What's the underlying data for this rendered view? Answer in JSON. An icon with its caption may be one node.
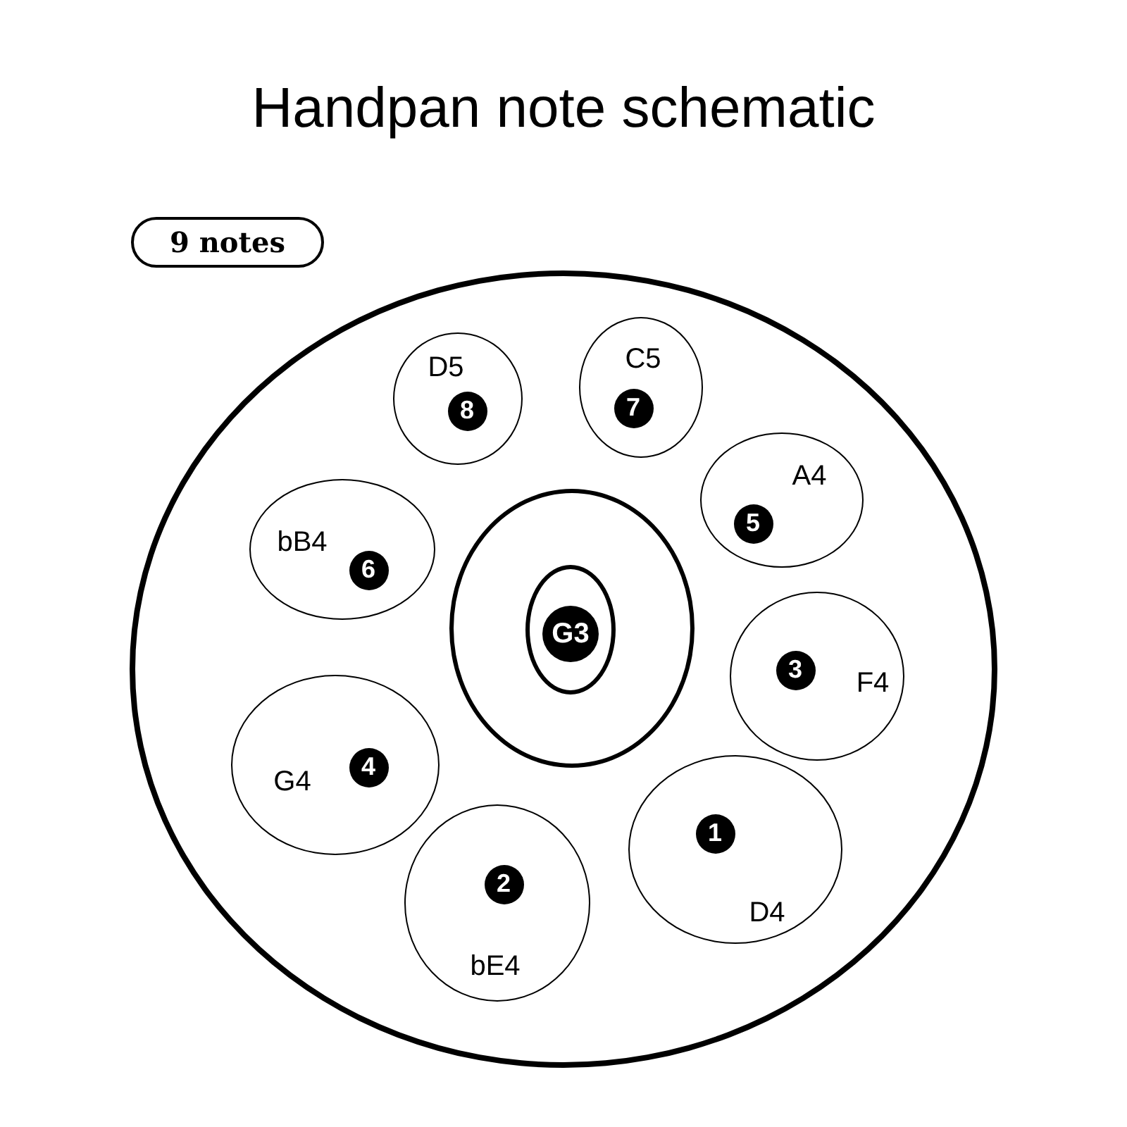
{
  "diagram": {
    "title": "Handpan note schematic",
    "nodes": [
      {
        "text": [
          "9 notes"
        ]
      },
      {
        "text": [],
        "shape": "ellipse"
      },
      {
        "text": [],
        "shape": "ellipse",
        "in": 1
      },
      {
        "text": [
          "G3"
        ],
        "in": 2
      },
      {
        "text": [
          "D5",
          "8"
        ],
        "in": 1
      },
      {
        "text": [
          "C5",
          "7"
        ],
        "in": 1
      },
      {
        "text": [
          "A4",
          "5"
        ],
        "in": 1
      },
      {
        "text": [
          "bB4",
          "6"
        ],
        "in": 1
      },
      {
        "text": [
          "3",
          "F4"
        ],
        "in": 1
      },
      {
        "text": [
          "G4",
          "4"
        ],
        "in": 1
      },
      {
        "text": [
          "1",
          "D4"
        ],
        "in": 1
      },
      {
        "text": [
          "2",
          "bE4"
        ],
        "in": 1
      }
    ]
  }
}
